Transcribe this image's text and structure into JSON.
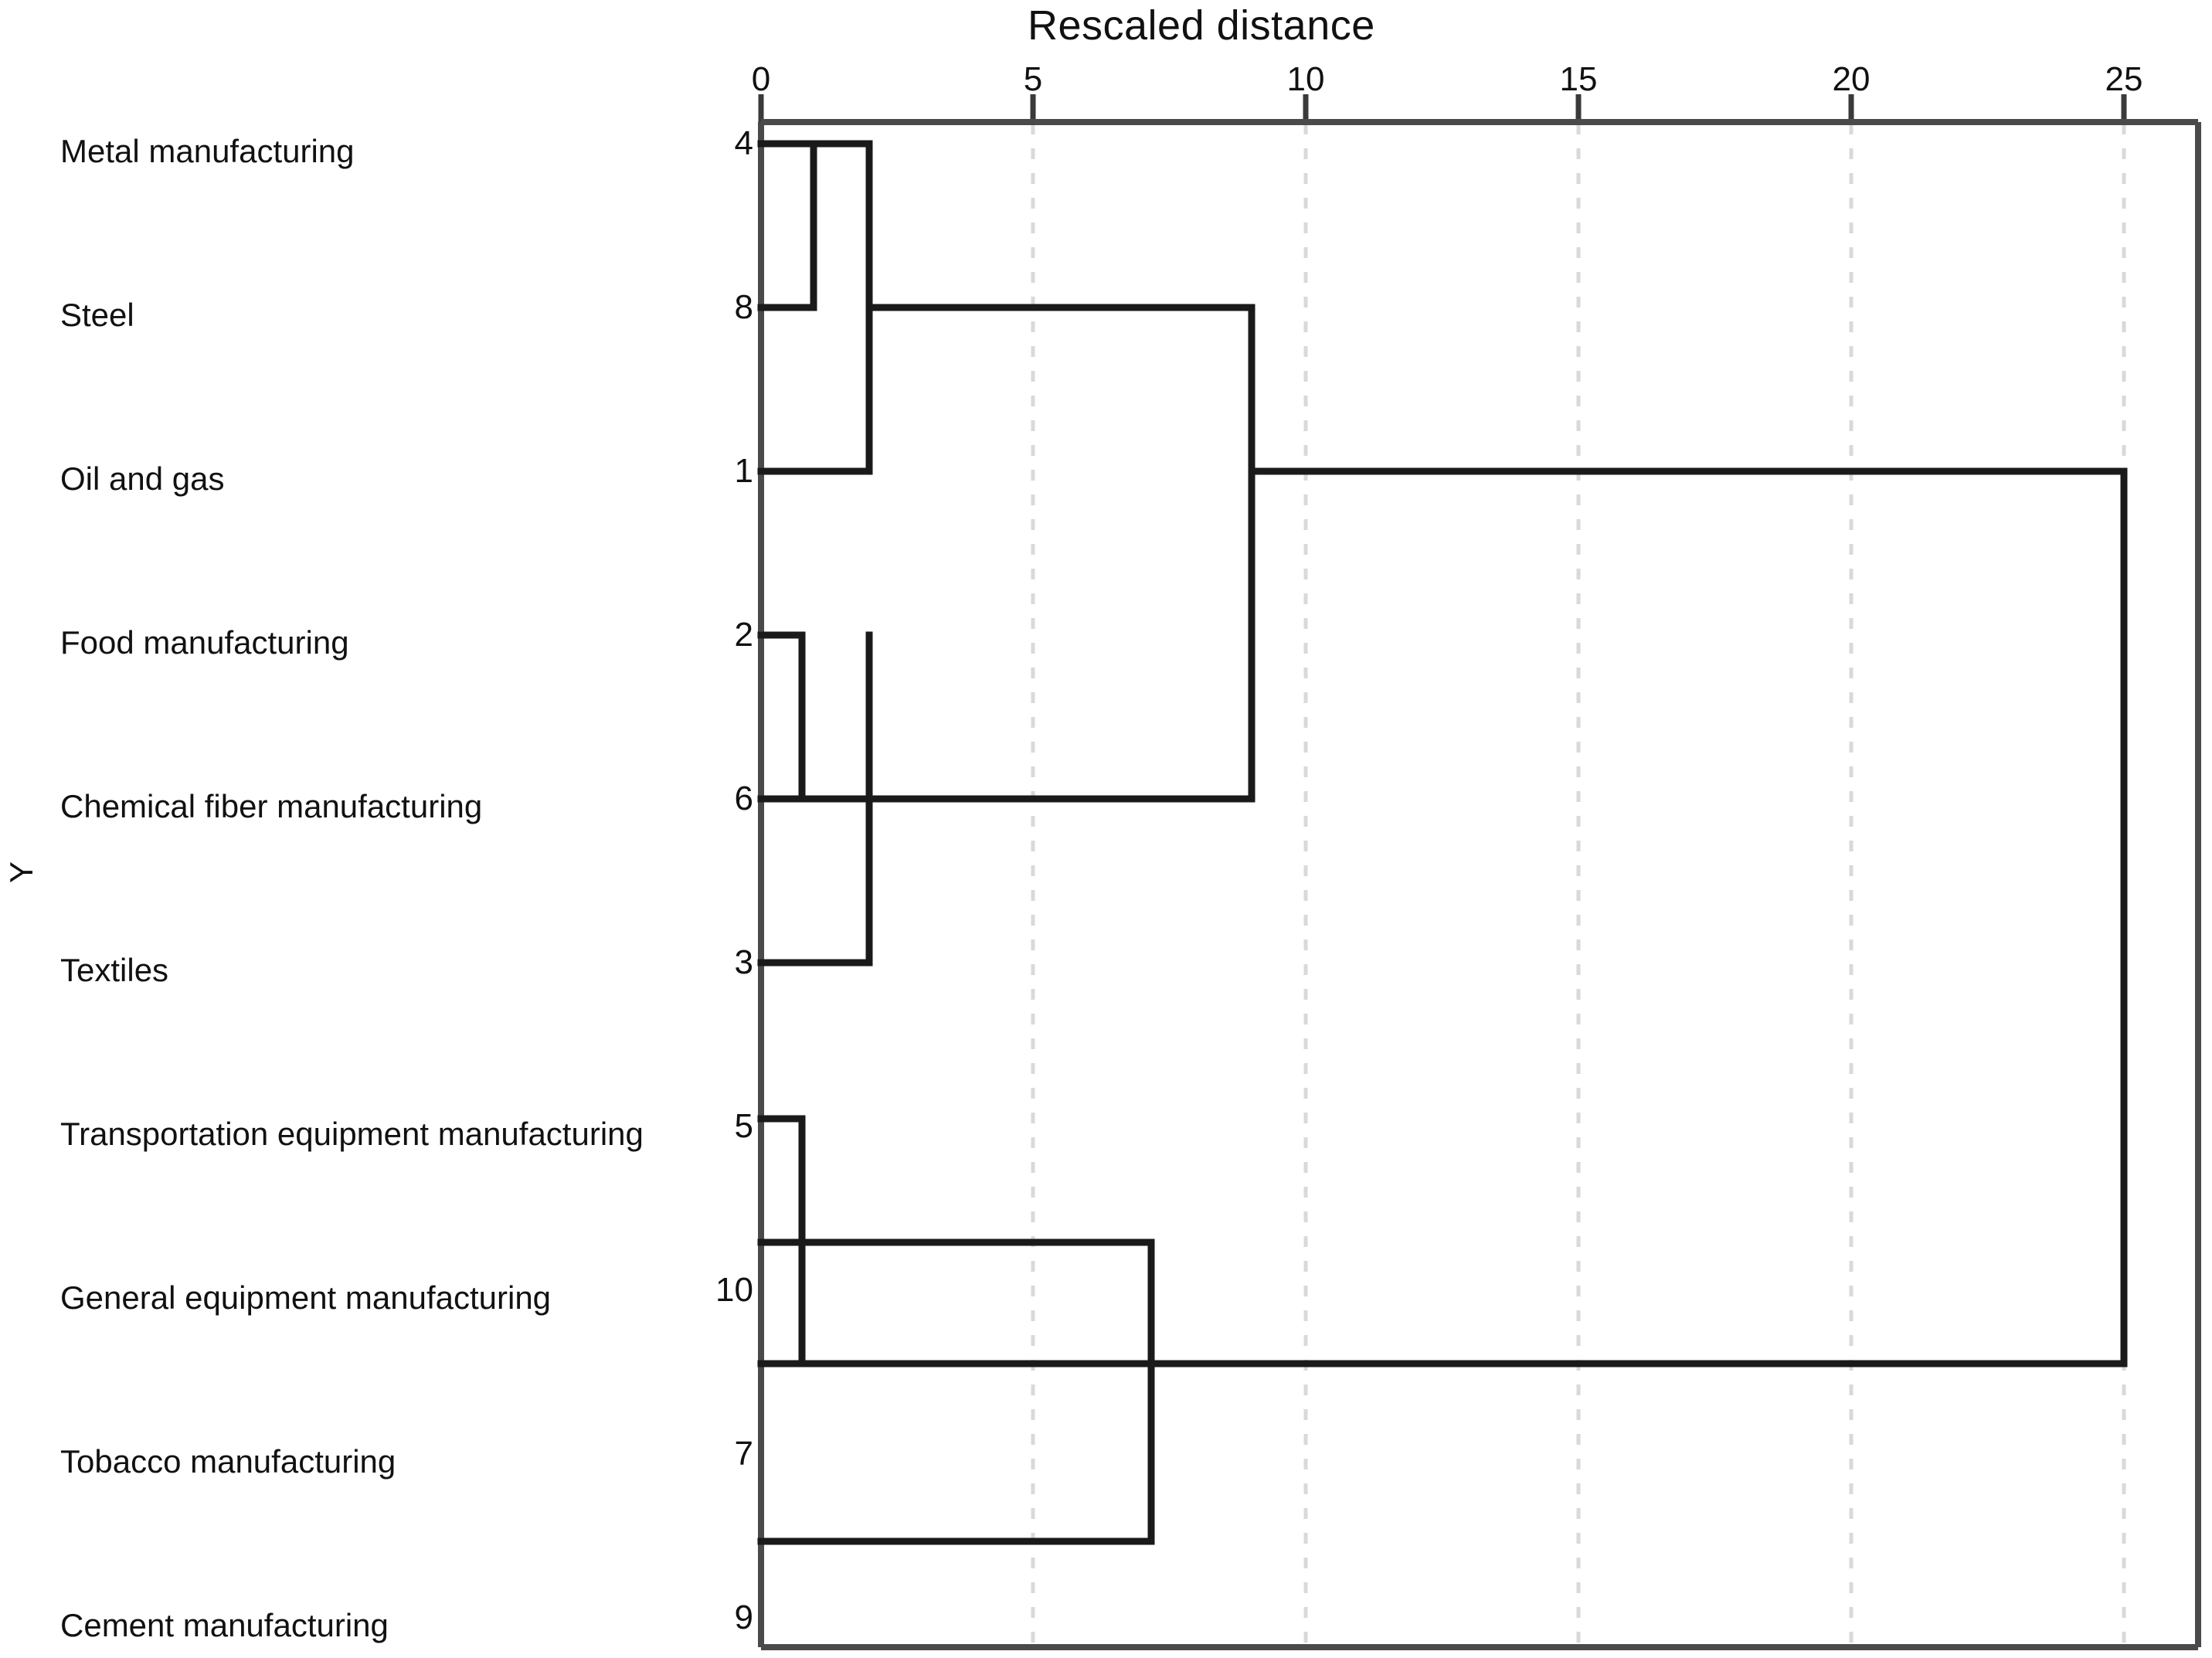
{
  "chart_data": {
    "type": "dendrogram",
    "title": "Rescaled distance",
    "xlabel": "Rescaled distance",
    "ylabel": "Y",
    "xlim": [
      0,
      26
    ],
    "xticks": [
      0,
      5,
      10,
      15,
      20,
      25
    ],
    "xtick_labels": [
      "0",
      "5",
      "10",
      "15",
      "20",
      "25"
    ],
    "grid": "vertical dashed gridlines at each tick",
    "legend": "none",
    "line_color": "#1a1a1a",
    "grid_color": "#d8d8d8",
    "leaves": [
      {
        "label": "Metal manufacturing",
        "number": "4"
      },
      {
        "label": "Steel",
        "number": "8"
      },
      {
        "label": "Oil and gas",
        "number": "1"
      },
      {
        "label": "Food manufacturing",
        "number": "2"
      },
      {
        "label": "Chemical fiber manufacturing",
        "number": "6"
      },
      {
        "label": "Textiles",
        "number": "3"
      },
      {
        "label": "Transportation equipment manufacturing",
        "number": "5"
      },
      {
        "label": "General equipment manufacturing",
        "number": "10"
      },
      {
        "label": "Tobacco manufacturing",
        "number": "7"
      },
      {
        "label": "Cement manufacturing",
        "number": "9"
      }
    ],
    "merges": [
      {
        "cluster": [
          "4",
          "8"
        ],
        "distance": 1.0
      },
      {
        "cluster": [
          "2",
          "6"
        ],
        "distance": 0.7
      },
      {
        "cluster": [
          "5",
          "7"
        ],
        "distance": 0.75
      },
      {
        "cluster": [
          "4,8",
          "1"
        ],
        "distance": 2.0
      },
      {
        "cluster": [
          "2,6",
          "3"
        ],
        "distance": 2.0
      },
      {
        "cluster": [
          "5,7",
          "10",
          "9"
        ],
        "distance": 7.2
      },
      {
        "cluster": [
          "4,8,1",
          "2,6,3"
        ],
        "distance": 9.0
      },
      {
        "cluster": [
          "upper",
          "lower"
        ],
        "distance": 25.0
      }
    ]
  }
}
